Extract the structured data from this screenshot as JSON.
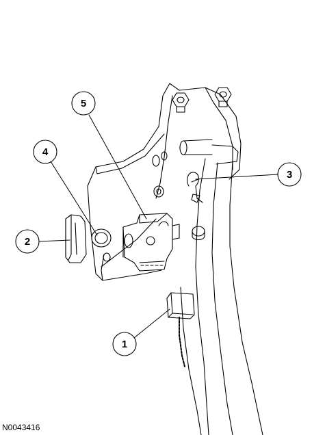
{
  "figure": {
    "reference_code": "N0043416"
  },
  "callouts": [
    {
      "number": "1"
    },
    {
      "number": "2"
    },
    {
      "number": "3"
    },
    {
      "number": "4"
    },
    {
      "number": "5"
    }
  ]
}
